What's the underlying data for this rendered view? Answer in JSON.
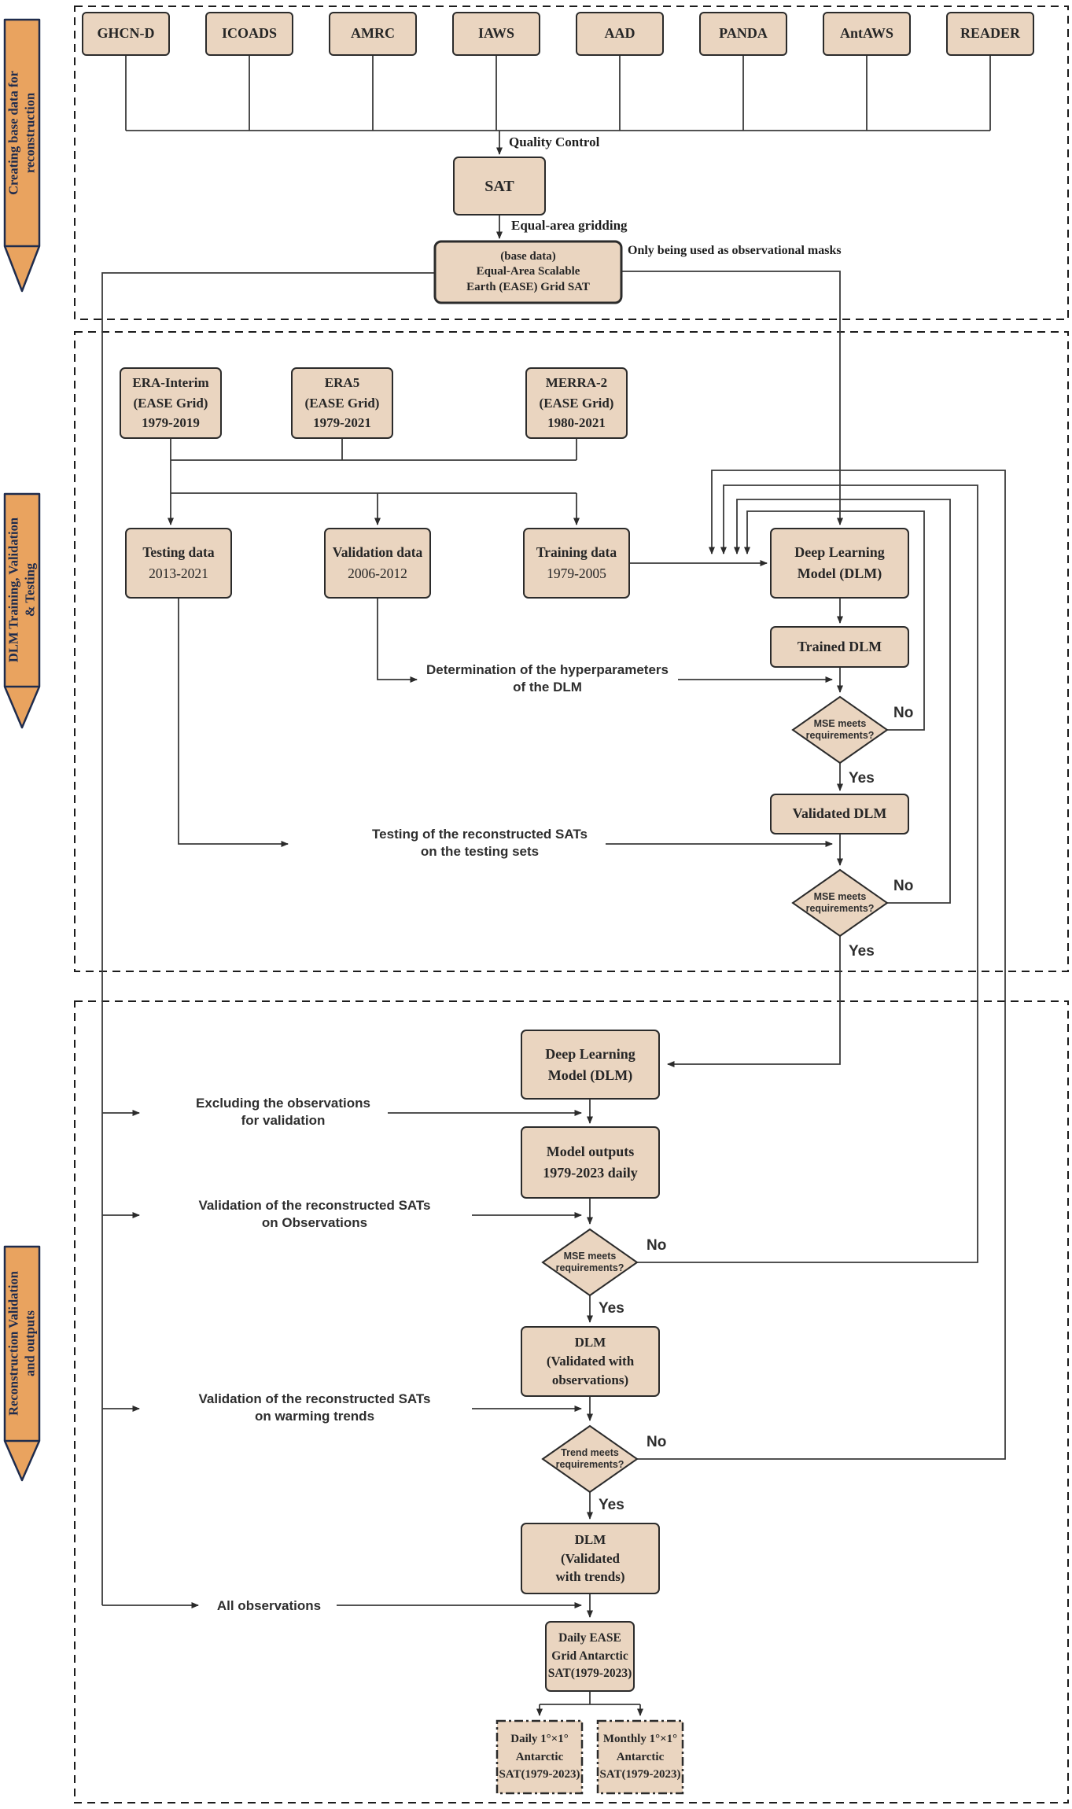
{
  "sidebar": {
    "s1_label": "Creating base data for\nreconstruction",
    "s2_label": "DLM Training, Validation\n& Testing",
    "s3_label": "Reconstruction Validation\nand outputs"
  },
  "sources": [
    "GHCN-D",
    "ICOADS",
    "AMRC",
    "IAWS",
    "AAD",
    "PANDA",
    "AntAWS",
    "READER"
  ],
  "boxes": {
    "sat": "SAT",
    "ease": "(base data)\nEqual-Area Scalable\nEarth (EASE) Grid SAT",
    "era_interim": "ERA-Interim\n(EASE Grid)\n1979-2019",
    "era5": "ERA5\n(EASE Grid)\n1979-2021",
    "merra2": "MERRA-2\n(EASE Grid)\n1980-2021",
    "testing_title": "Testing data",
    "testing_years": "2013-2021",
    "validation_title": "Validation data",
    "validation_years": "2006-2012",
    "training_title": "Training data",
    "training_years": "1979-2005",
    "dlm": "Deep Learning\nModel (DLM)",
    "trained_dlm": "Trained DLM",
    "validated_dlm": "Validated DLM",
    "dlm_reconstruction": "Deep Learning\nModel (DLM)",
    "model_outputs": "Model outputs\n1979-2023 daily",
    "dlm_validated_obs": "DLM\n(Validated with\nobservations)",
    "dlm_validated_trends": "DLM\n(Validated\nwith trends)",
    "daily_ease": "Daily EASE\nGrid Antarctic\nSAT(1979-2023)",
    "out_daily": "Daily 1°×1°\nAntarctic\nSAT(1979-2023)",
    "out_monthly": "Monthly 1°×1°\nAntarctic\nSAT(1979-2023)"
  },
  "diamonds": {
    "mse": "MSE meets\nrequirements?",
    "trend": "Trend meets\nrequirements?"
  },
  "annotations": {
    "quality_control": "Quality Control",
    "equal_area_gridding": "Equal-area gridding",
    "mask_note": "Only being used as observational masks",
    "determination": "Determination of the hyperparameters\nof the DLM",
    "testing_note": "Testing of the reconstructed SATs\non the testing sets",
    "excluding": "Excluding the observations\nfor validation",
    "val_obs": "Validation of the reconstructed SATs\non Observations",
    "val_trends": "Validation of the reconstructed SATs\non warming trends",
    "all_obs": "All observations",
    "yes": "Yes",
    "no": "No"
  },
  "colors": {
    "box_fill": "#ead5c0",
    "box_stroke": "#2b2b2b",
    "line": "#3a3a3a",
    "sidebar_fill": "#e9a35f",
    "sidebar_stroke": "#1f2c4d"
  }
}
